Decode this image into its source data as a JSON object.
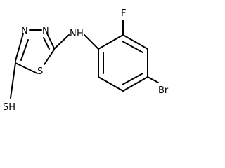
{
  "molecule": {
    "atoms": {
      "n3": "N",
      "n4": "N",
      "s1": "S",
      "nh": "N",
      "h": "H",
      "f": "F",
      "br": "Br",
      "sh": "SH"
    }
  }
}
